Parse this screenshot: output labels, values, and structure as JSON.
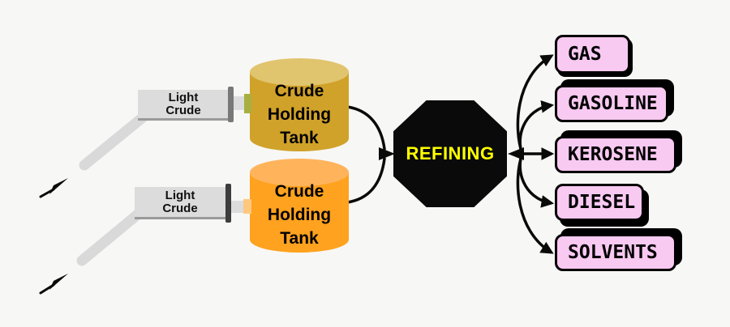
{
  "background_color": "#f7f7f5",
  "inputs": [
    {
      "label": "Light Crude"
    },
    {
      "label": "Light Crude"
    }
  ],
  "tanks": [
    {
      "label": "Crude Holding Tank",
      "body_color": "#d0a22a",
      "top_color": "#e1c46e"
    },
    {
      "label": "Crude Holding Tank",
      "body_color": "#ffa21f",
      "top_color": "#ffb45c"
    }
  ],
  "process": {
    "label": "REFINING",
    "shape": "octagon",
    "background_color": "#0a0a0a",
    "text_color": "#ffff00"
  },
  "products": [
    {
      "label": "GAS"
    },
    {
      "label": "GASOLINE"
    },
    {
      "label": "KEROSENE"
    },
    {
      "label": "DIESEL"
    },
    {
      "label": "SOLVENTS"
    }
  ],
  "product_style": {
    "background_color": "#f8c9f1",
    "border_color": "#000000"
  },
  "pipe_color": "#d9d9d9",
  "line_color": "#0a0a0a"
}
